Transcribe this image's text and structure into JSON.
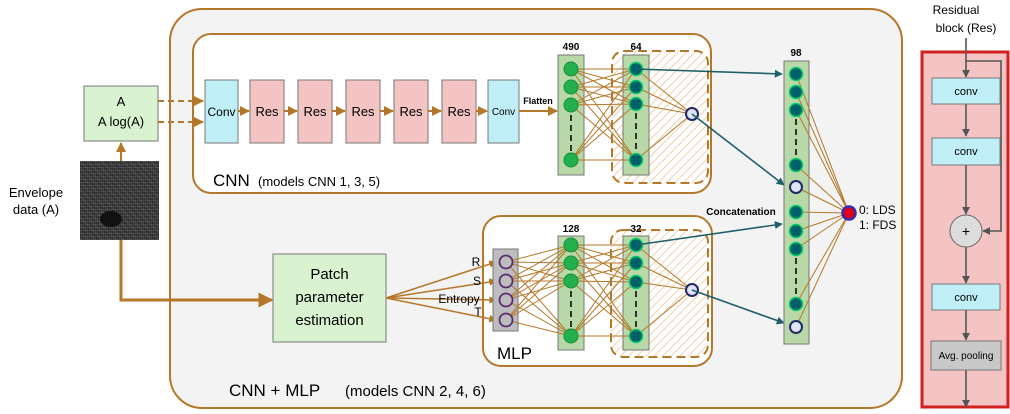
{
  "input": {
    "envelope_label_1": "Envelope",
    "envelope_label_2": "data (A)",
    "transform_1": "A",
    "transform_2": "A log(A)"
  },
  "cnn_branch": {
    "title": "CNN",
    "subtitle": "(models CNN 1, 3, 5)",
    "blocks": [
      "Conv",
      "Res",
      "Res",
      "Res",
      "Res",
      "Res",
      "Conv"
    ],
    "flatten_label": "Flatten",
    "layer1_size": "490",
    "layer2_size": "64"
  },
  "mlp_branch": {
    "title": "MLP",
    "patch_1": "Patch",
    "patch_2": "parameter",
    "patch_3": "estimation",
    "features": [
      "R",
      "S",
      "Entropy",
      "T"
    ],
    "layer1_size": "128",
    "layer2_size": "32"
  },
  "outer": {
    "title": "CNN + MLP",
    "subtitle": "(models CNN 2, 4, 6)"
  },
  "concat": {
    "label": "Concatenation",
    "size": "98"
  },
  "output": {
    "line1": "0: LDS",
    "line2": "1: FDS"
  },
  "residual": {
    "title_1": "Residual",
    "title_2": "block (Res)",
    "conv1": "conv",
    "conv2": "conv",
    "plus": "+",
    "conv3": "conv",
    "pool": "Avg. pooling"
  },
  "colors": {
    "brown": "#b5782a",
    "teal": "#1f5f6b",
    "green_node": "#22b14c",
    "dark_node": "#00606a",
    "res_fill": "#f4c3c3",
    "res_border": "#d21f1f"
  }
}
